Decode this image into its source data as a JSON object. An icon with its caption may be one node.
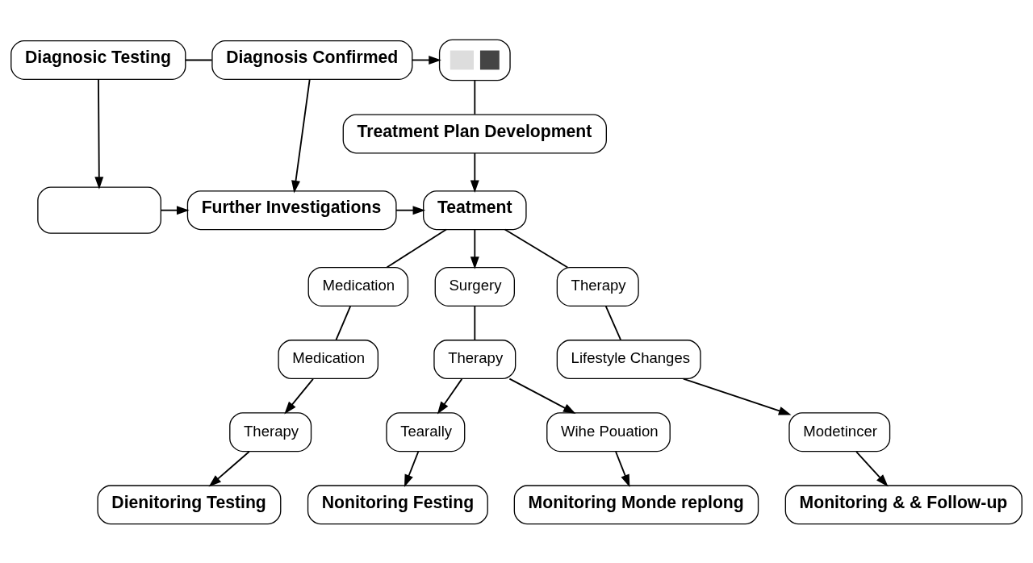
{
  "diagram": {
    "nodes": [
      {
        "text": [
          "Diagnosic Testing"
        ]
      },
      {
        "text": [
          "Diagnosis Confirmed"
        ]
      },
      {
        "text": [],
        "shape": "box"
      },
      {
        "text": [
          "Treatment Plan Development"
        ]
      },
      {
        "text": [],
        "shape": "box"
      },
      {
        "text": [
          "Further Investigations"
        ]
      },
      {
        "text": [
          "Teatment"
        ]
      },
      {
        "text": [
          "Medication"
        ]
      },
      {
        "text": [
          "Surgery"
        ]
      },
      {
        "text": [
          "Therapy"
        ]
      },
      {
        "text": [
          "Medication"
        ]
      },
      {
        "text": [
          "Therapy"
        ]
      },
      {
        "text": [
          "Lifestyle Changes"
        ]
      },
      {
        "text": [
          "Therapy"
        ]
      },
      {
        "text": [
          "Tearally"
        ]
      },
      {
        "text": [
          "Wihe Pouation"
        ]
      },
      {
        "text": [
          "Modetincer"
        ]
      },
      {
        "text": [
          "Dienitoring Testing"
        ]
      },
      {
        "text": [
          "Nonitoring Festing"
        ]
      },
      {
        "text": [
          "Monitoring Monde replong"
        ]
      },
      {
        "text": [
          "Monitoring & & Follow-up"
        ]
      }
    ],
    "edges": [
      {
        "from": 0,
        "to": 1,
        "arrow": "none"
      },
      {
        "from": 1,
        "to": 2,
        "arrow": "to"
      },
      {
        "from": 2,
        "to": 3,
        "arrow": "none"
      },
      {
        "from": 0,
        "to": 4,
        "arrow": "to"
      },
      {
        "from": 1,
        "to": 5,
        "arrow": "to"
      },
      {
        "from": 4,
        "to": 5,
        "arrow": "to"
      },
      {
        "from": 5,
        "to": 6,
        "arrow": "to"
      },
      {
        "from": 3,
        "to": 6,
        "arrow": "to"
      },
      {
        "from": 6,
        "to": 7,
        "arrow": "none"
      },
      {
        "from": 6,
        "to": 8,
        "arrow": "to"
      },
      {
        "from": 6,
        "to": 9,
        "arrow": "none"
      },
      {
        "from": 7,
        "to": 10,
        "arrow": "none"
      },
      {
        "from": 10,
        "to": 13,
        "arrow": "to"
      },
      {
        "from": 8,
        "to": 11,
        "arrow": "none"
      },
      {
        "from": 11,
        "to": 14,
        "arrow": "to"
      },
      {
        "from": 11,
        "to": 15,
        "arrow": "to"
      },
      {
        "from": 9,
        "to": 12,
        "arrow": "none"
      },
      {
        "from": 12,
        "to": 16,
        "arrow": "to"
      },
      {
        "from": 13,
        "to": 17,
        "arrow": "to"
      },
      {
        "from": 14,
        "to": 18,
        "arrow": "to"
      },
      {
        "from": 15,
        "to": 19,
        "arrow": "to"
      },
      {
        "from": 16,
        "to": 20,
        "arrow": "to"
      }
    ]
  }
}
